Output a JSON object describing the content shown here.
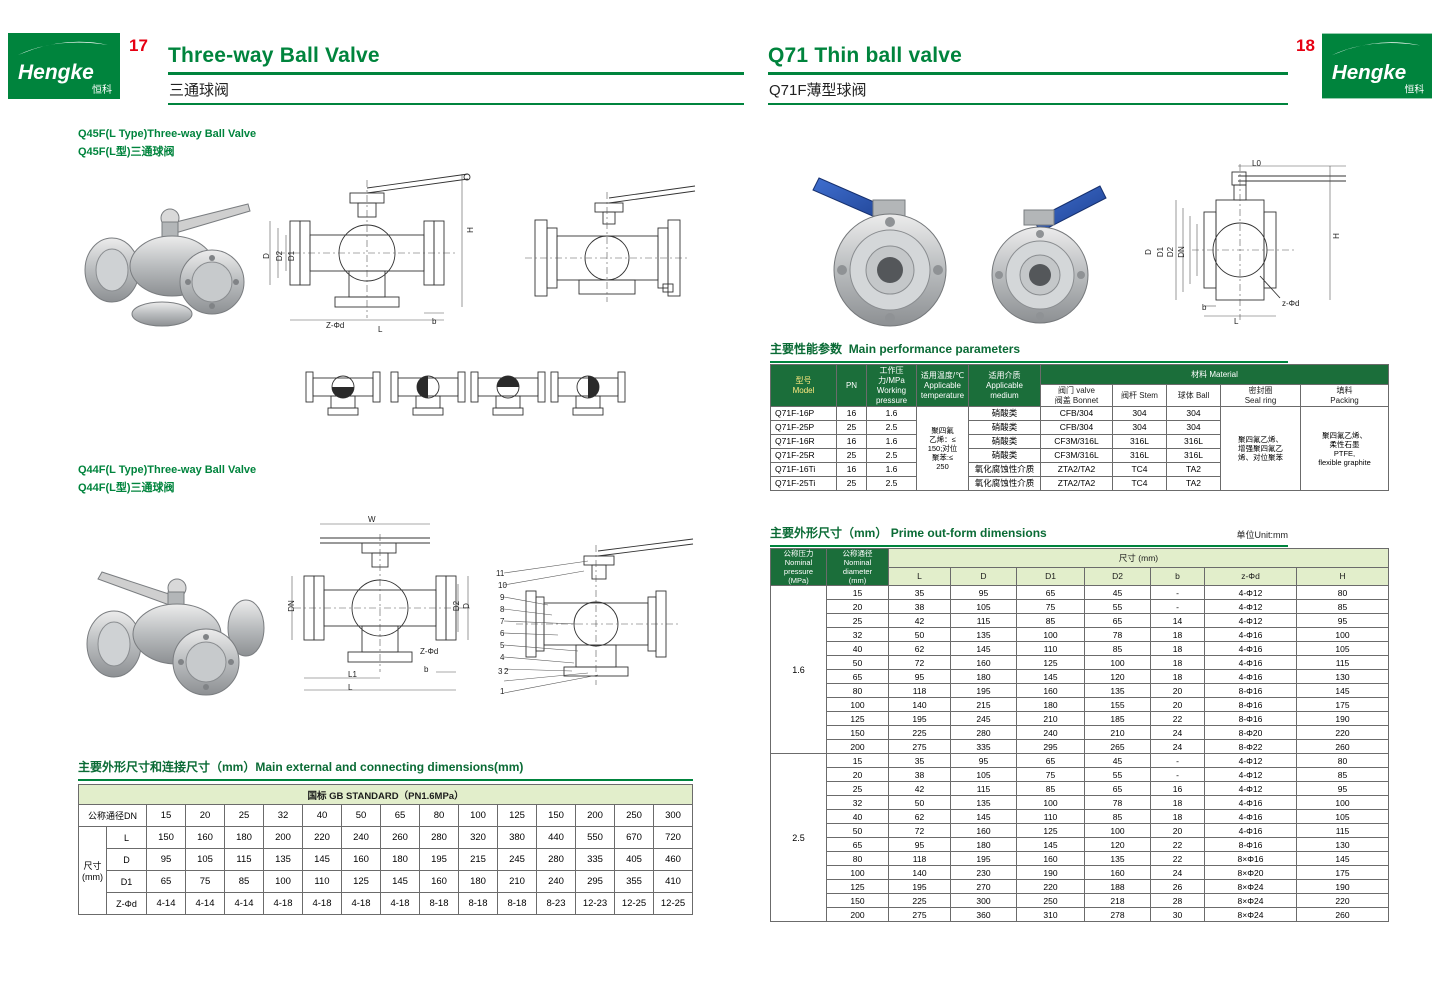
{
  "header": {
    "left": {
      "page_num": "17",
      "title": "Three-way Ball Valve",
      "subtitle": "三通球阀"
    },
    "right": {
      "page_num": "18",
      "title": "Q71 Thin ball valve",
      "subtitle": "Q71F薄型球阀"
    },
    "logo_text": "Hengke",
    "logo_cn": "恒科"
  },
  "colors": {
    "brand_green": "#00843d",
    "dark_green": "#1b6e3a",
    "pale_green": "#e2eecb",
    "page_red": "#e60012"
  },
  "left_page": {
    "q45f": {
      "title_en": "Q45F(L Type)Three-way Ball Valve",
      "title_cn": "Q45F(L型)三通球阀"
    },
    "q44f": {
      "title_en": "Q44F(L Type)Three-way Ball Valve",
      "title_cn": "Q44F(L型)三通球阀"
    },
    "q45f_labels": [
      "D",
      "D2",
      "D1",
      "H",
      "Z-Φd",
      "L",
      "b"
    ],
    "q44f_labels": [
      "W",
      "DN",
      "D2",
      "D",
      "Z-Φd",
      "L1",
      "b",
      "L"
    ],
    "q44f_part_numbers": [
      "11",
      "10",
      "9",
      "8",
      "7",
      "6",
      "5",
      "4",
      "3",
      "2",
      "1"
    ],
    "dims_table": {
      "title": "主要外形尺寸和连接尺寸（mm）Main external and connecting dimensions(mm)",
      "standard": "国标 GB STANDARD（PN1.6MPa）",
      "dn_label": "公称通径DN",
      "size_label": "尺寸\n(mm)",
      "dn": [
        "15",
        "20",
        "25",
        "32",
        "40",
        "50",
        "65",
        "80",
        "100",
        "125",
        "150",
        "200",
        "250",
        "300"
      ],
      "rows": [
        {
          "label": "L",
          "values": [
            "150",
            "160",
            "180",
            "200",
            "220",
            "240",
            "260",
            "280",
            "320",
            "380",
            "440",
            "550",
            "670",
            "720"
          ]
        },
        {
          "label": "D",
          "values": [
            "95",
            "105",
            "115",
            "135",
            "145",
            "160",
            "180",
            "195",
            "215",
            "245",
            "280",
            "335",
            "405",
            "460"
          ]
        },
        {
          "label": "D1",
          "values": [
            "65",
            "75",
            "85",
            "100",
            "110",
            "125",
            "145",
            "160",
            "180",
            "210",
            "240",
            "295",
            "355",
            "410"
          ]
        },
        {
          "label": "Z-Φd",
          "values": [
            "4-14",
            "4-14",
            "4-14",
            "4-18",
            "4-18",
            "4-18",
            "4-18",
            "8-18",
            "8-18",
            "8-18",
            "8-23",
            "12-23",
            "12-25",
            "12-25"
          ]
        }
      ]
    }
  },
  "right_page": {
    "q71_labels": [
      "L0",
      "H",
      "D",
      "D1",
      "D2",
      "DN",
      "z-Φd",
      "b",
      "L"
    ],
    "perf": {
      "title_cn": "主要性能参数",
      "title_en": "Main performance parameters",
      "headers": {
        "model": "型号\nModel",
        "pn": "PN",
        "pressure": "工作压力/MPa\nWorking\npressure",
        "temp": "适用温度/℃\nApplicable\ntemperature",
        "medium": "适用介质\nApplicable\nmedium",
        "material": "材料 Material",
        "bonnet": "阀门 valve\n阀盖 Bonnet",
        "stem": "阀杆 Stem",
        "ball": "球体\nBall",
        "seal": "密封圈\nSeal ring",
        "packing": "填料\nPacking"
      },
      "temp_value": "聚四氟\n乙烯：≤\n150;对位\n聚苯:≤\n250",
      "seal_value": "聚四氟乙烯、\n增强聚四氟乙\n烯、对位聚苯",
      "packing_value": "聚四氟乙烯、\n柔性石墨\nPTFE,\nflexible graphite",
      "rows": [
        {
          "model": "Q71F-16P",
          "pn": "16",
          "pressure": "1.6",
          "medium": "硝酸类",
          "bonnet": "CFB/304",
          "stem": "304",
          "ball": "304"
        },
        {
          "model": "Q71F-25P",
          "pn": "25",
          "pressure": "2.5",
          "medium": "硝酸类",
          "bonnet": "CFB/304",
          "stem": "304",
          "ball": "304"
        },
        {
          "model": "Q71F-16R",
          "pn": "16",
          "pressure": "1.6",
          "medium": "硝酸类",
          "bonnet": "CF3M/316L",
          "stem": "316L",
          "ball": "316L"
        },
        {
          "model": "Q71F-25R",
          "pn": "25",
          "pressure": "2.5",
          "medium": "硝酸类",
          "bonnet": "CF3M/316L",
          "stem": "316L",
          "ball": "316L"
        },
        {
          "model": "Q71F-16Ti",
          "pn": "16",
          "pressure": "1.6",
          "medium": "氧化腐蚀性介质",
          "bonnet": "ZTA2/TA2",
          "stem": "TC4",
          "ball": "TA2"
        },
        {
          "model": "Q71F-25Ti",
          "pn": "25",
          "pressure": "2.5",
          "medium": "氧化腐蚀性介质",
          "bonnet": "ZTA2/TA2",
          "stem": "TC4",
          "ball": "TA2"
        }
      ]
    },
    "dims": {
      "title_cn": "主要外形尺寸（mm）",
      "title_en": "Prime out-form dimensions",
      "unit_note": "单位Unit:mm",
      "headers": {
        "pressure": "公称压力\nNominal\npressure\n(MPa)",
        "diameter": "公称通径\nNominal\ndiameter\n(mm)",
        "size": "尺寸 (mm)",
        "cols": [
          "L",
          "D",
          "D1",
          "D2",
          "b",
          "z-Φd",
          "H"
        ]
      },
      "groups": [
        {
          "pressure": "1.6",
          "rows": [
            [
              "15",
              "35",
              "95",
              "65",
              "45",
              "-",
              "4-Φ12",
              "80"
            ],
            [
              "20",
              "38",
              "105",
              "75",
              "55",
              "-",
              "4-Φ12",
              "85"
            ],
            [
              "25",
              "42",
              "115",
              "85",
              "65",
              "14",
              "4-Φ12",
              "95"
            ],
            [
              "32",
              "50",
              "135",
              "100",
              "78",
              "18",
              "4-Φ16",
              "100"
            ],
            [
              "40",
              "62",
              "145",
              "110",
              "85",
              "18",
              "4-Φ16",
              "105"
            ],
            [
              "50",
              "72",
              "160",
              "125",
              "100",
              "18",
              "4-Φ16",
              "115"
            ],
            [
              "65",
              "95",
              "180",
              "145",
              "120",
              "18",
              "4-Φ16",
              "130"
            ],
            [
              "80",
              "118",
              "195",
              "160",
              "135",
              "20",
              "8-Φ16",
              "145"
            ],
            [
              "100",
              "140",
              "215",
              "180",
              "155",
              "20",
              "8-Φ16",
              "175"
            ],
            [
              "125",
              "195",
              "245",
              "210",
              "185",
              "22",
              "8-Φ16",
              "190"
            ],
            [
              "150",
              "225",
              "280",
              "240",
              "210",
              "24",
              "8-Φ20",
              "220"
            ],
            [
              "200",
              "275",
              "335",
              "295",
              "265",
              "24",
              "8-Φ22",
              "260"
            ]
          ]
        },
        {
          "pressure": "2.5",
          "rows": [
            [
              "15",
              "35",
              "95",
              "65",
              "45",
              "-",
              "4-Φ12",
              "80"
            ],
            [
              "20",
              "38",
              "105",
              "75",
              "55",
              "-",
              "4-Φ12",
              "85"
            ],
            [
              "25",
              "42",
              "115",
              "85",
              "65",
              "16",
              "4-Φ12",
              "95"
            ],
            [
              "32",
              "50",
              "135",
              "100",
              "78",
              "18",
              "4-Φ16",
              "100"
            ],
            [
              "40",
              "62",
              "145",
              "110",
              "85",
              "18",
              "4-Φ16",
              "105"
            ],
            [
              "50",
              "72",
              "160",
              "125",
              "100",
              "20",
              "4-Φ16",
              "115"
            ],
            [
              "65",
              "95",
              "180",
              "145",
              "120",
              "22",
              "8-Φ16",
              "130"
            ],
            [
              "80",
              "118",
              "195",
              "160",
              "135",
              "22",
              "8×Φ16",
              "145"
            ],
            [
              "100",
              "140",
              "230",
              "190",
              "160",
              "24",
              "8×Φ20",
              "175"
            ],
            [
              "125",
              "195",
              "270",
              "220",
              "188",
              "26",
              "8×Φ24",
              "190"
            ],
            [
              "150",
              "225",
              "300",
              "250",
              "218",
              "28",
              "8×Φ24",
              "220"
            ],
            [
              "200",
              "275",
              "360",
              "310",
              "278",
              "30",
              "8×Φ24",
              "260"
            ]
          ]
        }
      ]
    }
  }
}
